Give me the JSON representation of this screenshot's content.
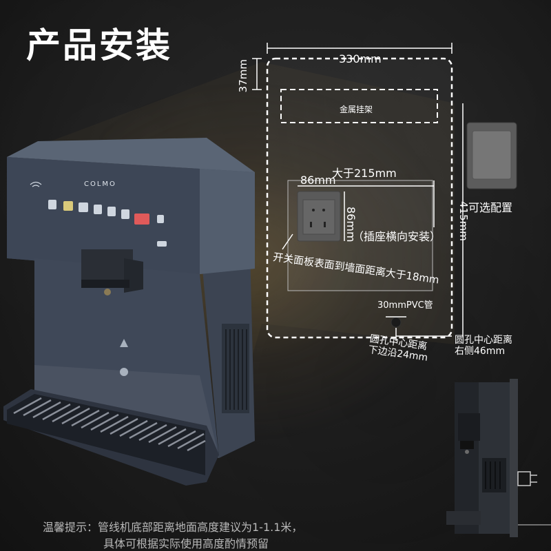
{
  "title": "产品安装",
  "dimensions": {
    "width": "330mm",
    "top_offset": "37mm",
    "height": "415mm",
    "bracket": "金属挂架",
    "socket_width": "86mm",
    "socket_height": "86mm",
    "socket_distance": "大于215mm",
    "socket_note": "（插座横向安装）",
    "panel_gap": "开关面板表面到墙面距离大于18mm",
    "pvc_pipe": "30mmPVC管",
    "hole_bottom": "圆孔中心距离\n下边沿24mm",
    "hole_right": "圆孔中心距离\n右侧46mm",
    "optional": "可选配置"
  },
  "device": {
    "brand": "COLMO"
  },
  "footnote": {
    "line1": "温馨提示：管线机底部距离地面高度建议为1-1.1米，",
    "line2": "具体可根据实际使用高度酌情预留"
  },
  "colors": {
    "background": "#1d1d1d",
    "device_body": "#4a5566",
    "device_panel": "#3a4453",
    "dashed_line": "#ffffff",
    "text": "#ffffff"
  }
}
